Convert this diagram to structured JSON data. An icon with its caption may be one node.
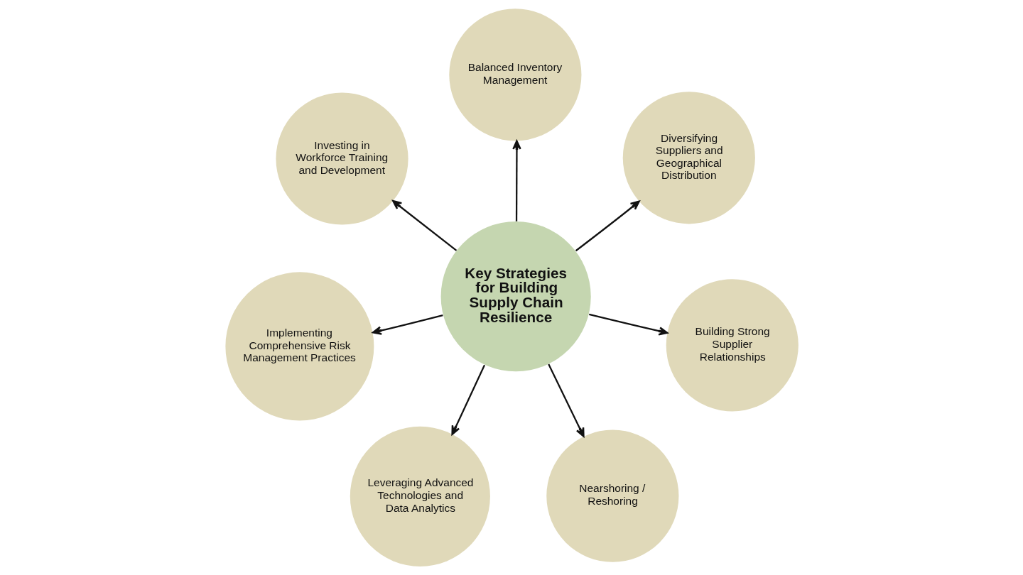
{
  "diagram": {
    "nodes": [
      {
        "text": [
          "Key Strategies for Building Supply Chain Resilience"
        ]
      },
      {
        "text": [
          "Investing in Workforce Training and Development"
        ]
      },
      {
        "text": [
          "Balanced Inventory Management"
        ]
      },
      {
        "text": [
          "Diversifying Suppliers and Geographical Distribution"
        ]
      },
      {
        "text": [
          "Building Strong Supplier Relationships"
        ]
      },
      {
        "text": [
          "Nearshoring / Reshoring"
        ]
      },
      {
        "text": [
          "Leveraging Advanced Technologies and Data Analytics"
        ]
      },
      {
        "text": [
          "Implementing Comprehensive Risk Management Practices"
        ]
      }
    ],
    "edges": [
      {
        "from": 0,
        "to": 1,
        "arrow": "to"
      },
      {
        "from": 0,
        "to": 2,
        "arrow": "to"
      },
      {
        "from": 0,
        "to": 3,
        "arrow": "to"
      },
      {
        "from": 0,
        "to": 4,
        "arrow": "to"
      },
      {
        "from": 0,
        "to": 5,
        "arrow": "to"
      },
      {
        "from": 0,
        "to": 6,
        "arrow": "to"
      },
      {
        "from": 0,
        "to": 7,
        "arrow": "to"
      }
    ]
  }
}
